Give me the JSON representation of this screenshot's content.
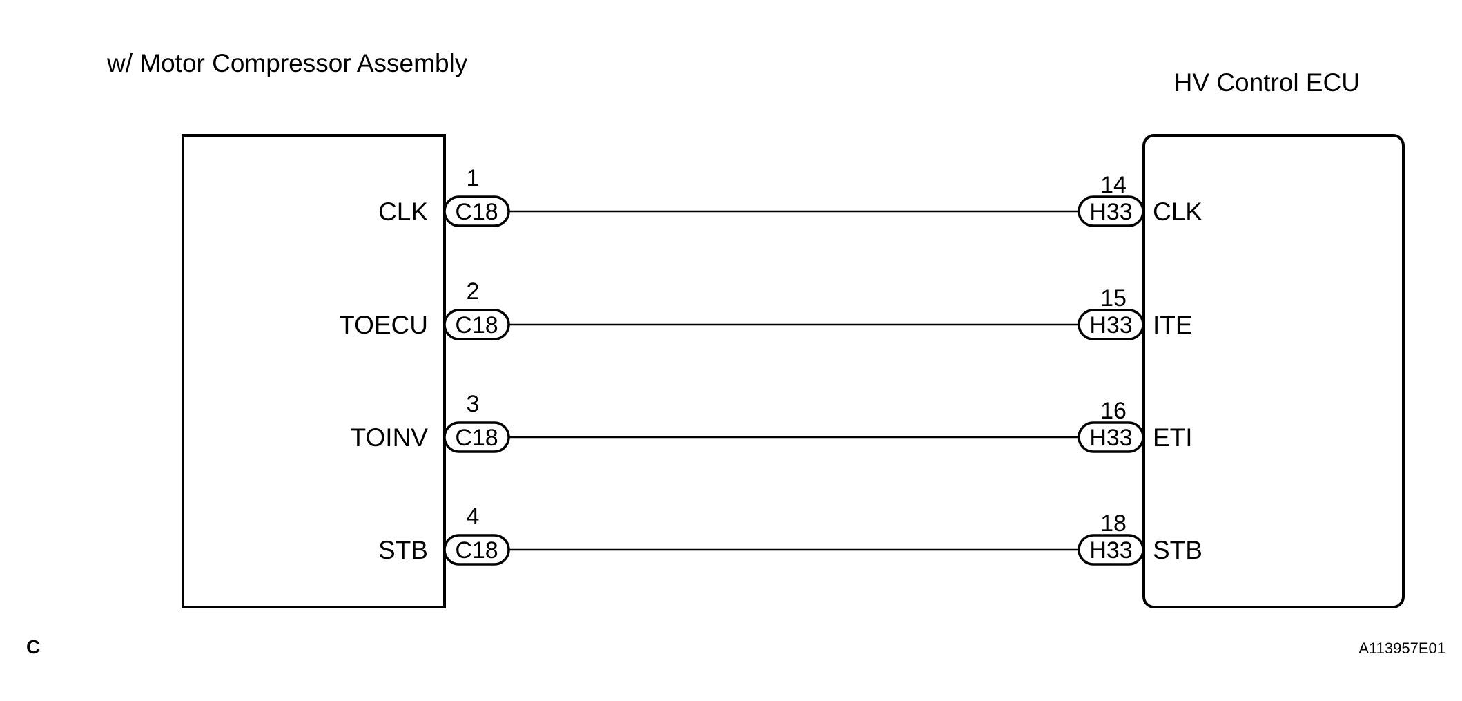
{
  "left_component": {
    "title": "w/ Motor Compressor Assembly",
    "connector": "C18",
    "pins": [
      {
        "number": "1",
        "label": "CLK"
      },
      {
        "number": "2",
        "label": "TOECU"
      },
      {
        "number": "3",
        "label": "TOINV"
      },
      {
        "number": "4",
        "label": "STB"
      }
    ]
  },
  "right_component": {
    "title": "HV Control ECU",
    "connector": "H33",
    "pins": [
      {
        "number": "14",
        "label": "CLK"
      },
      {
        "number": "15",
        "label": "ITE"
      },
      {
        "number": "16",
        "label": "ETI"
      },
      {
        "number": "18",
        "label": "STB"
      }
    ]
  },
  "footer": {
    "left_mark": "C",
    "figure_id": "A113957E01"
  }
}
